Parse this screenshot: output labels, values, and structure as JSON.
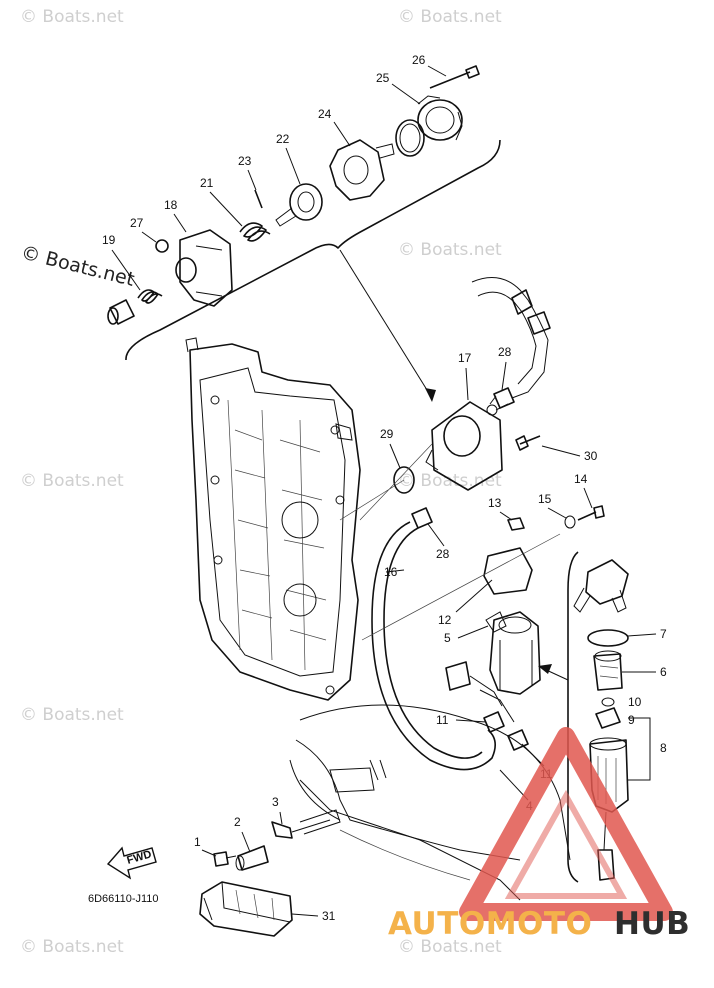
{
  "watermarks": {
    "small": "© Boats.net",
    "large": "© Boats.net"
  },
  "diagram_code": "6D66110-J110",
  "fwd_label": "FWD",
  "logo": {
    "part1": "AUTOMOTO",
    "part2": "HUB",
    "color_orange": "#f4b24a",
    "color_red": "#e0574f",
    "color_dark": "#2e2e2e"
  },
  "callouts": {
    "c1": "1",
    "c2": "2",
    "c3": "3",
    "c4": "4",
    "c5": "5",
    "c6": "6",
    "c7": "7",
    "c8": "8",
    "c9": "9",
    "c10": "10",
    "c11a": "11",
    "c11b": "11",
    "c12": "12",
    "c13": "13",
    "c14": "14",
    "c15": "15",
    "c16": "16",
    "c17": "17",
    "c18": "18",
    "c19": "19",
    "c21": "21",
    "c22": "22",
    "c23": "23",
    "c24": "24",
    "c25": "25",
    "c26": "26",
    "c27": "27",
    "c28a": "28",
    "c28b": "28",
    "c29": "29",
    "c30": "30",
    "c31": "31"
  }
}
